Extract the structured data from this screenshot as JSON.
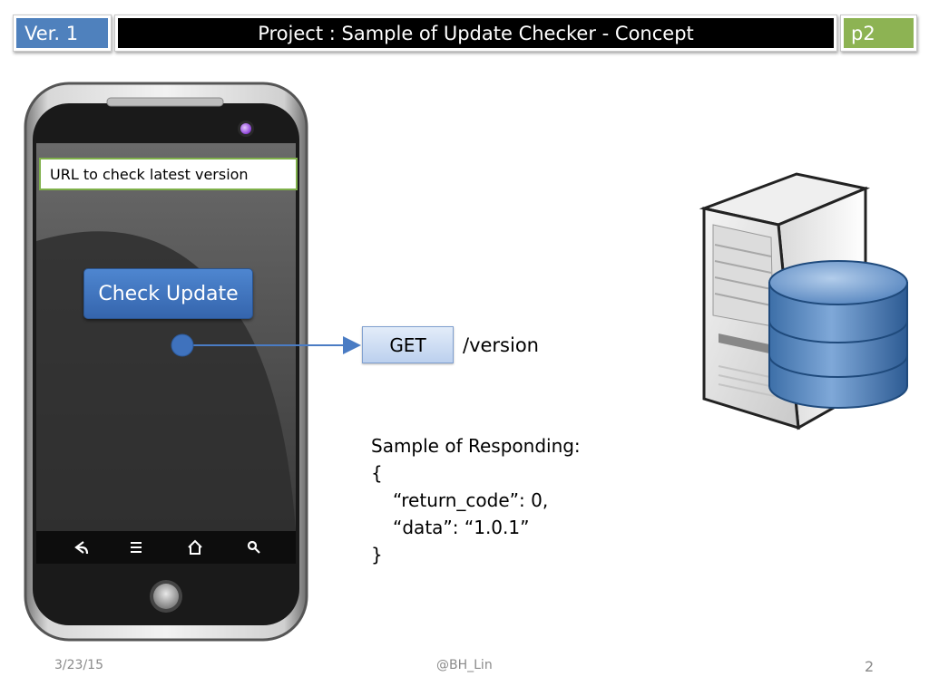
{
  "header": {
    "version": "Ver. 1",
    "title": "Project :  Sample of Update Checker - Concept",
    "page_tag": "p2"
  },
  "phone": {
    "url_field_text": "URL to check latest version",
    "button_label": "Check Update",
    "nav_icons": [
      "back-icon",
      "menu-icon",
      "home-icon",
      "search-icon"
    ]
  },
  "request": {
    "method": "GET",
    "path": "/version"
  },
  "response": {
    "heading": "Sample of Responding:",
    "lines": [
      "{",
      "“return_code”: 0,",
      "“data”: “1.0.1”",
      "}"
    ]
  },
  "footer": {
    "date": "3/23/15",
    "author": "@BH_Lin",
    "page_number": "2"
  },
  "colors": {
    "version_bg": "#4f81bd",
    "title_bg": "#000000",
    "page_tag_bg": "#8db353",
    "button": "#3f72bd",
    "url_border": "#7fb04a"
  }
}
